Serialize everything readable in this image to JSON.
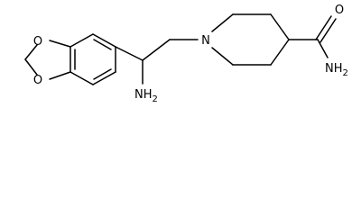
{
  "molecule": {
    "atoms": {
      "ring_oxygen_top": "O",
      "ring_oxygen_bottom": "O",
      "amine": "NH",
      "amine_subscript": "2",
      "piperidine_nitrogen": "N",
      "carbonyl_oxygen": "O",
      "amide": "NH",
      "amide_subscript": "2"
    }
  }
}
